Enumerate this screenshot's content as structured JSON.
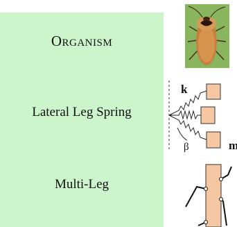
{
  "panel": {
    "title": "Organism",
    "row_spring": "Lateral Leg Spring",
    "row_multileg": "Multi-Leg",
    "background_color": "#ccf5cc"
  },
  "spring_figure": {
    "label_k": "k",
    "label_beta": "β",
    "label_m": "m",
    "spring_color": "#222222",
    "body_color": "#f6c7a3"
  },
  "multileg_figure": {
    "body_color": "#f6c7a3"
  },
  "photo": {
    "subject": "cockroach",
    "background_color": "#7fae55"
  }
}
